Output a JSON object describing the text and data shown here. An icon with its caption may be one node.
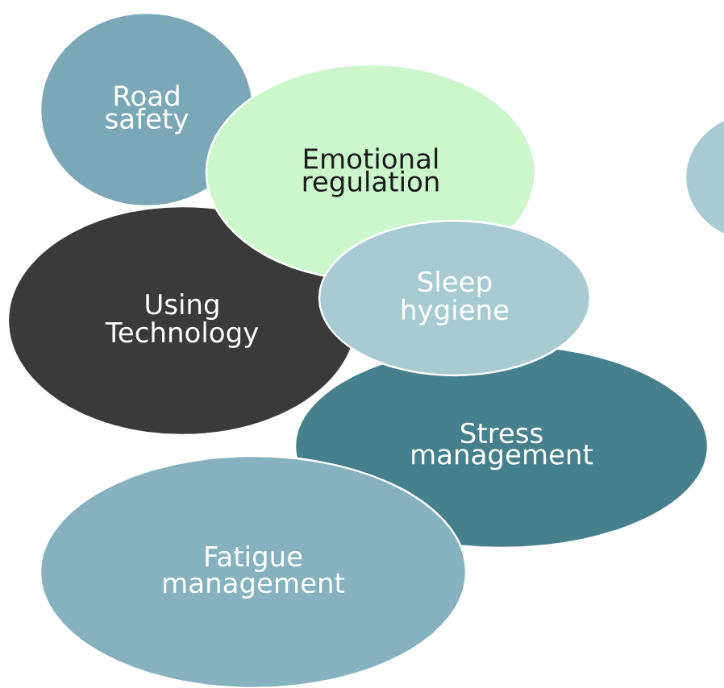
{
  "diagram": {
    "nodes": [
      {
        "text": [
          "Road safety"
        ]
      },
      {
        "text": [
          "Emotional regulation"
        ]
      },
      {
        "text": [
          "Using Technology"
        ]
      },
      {
        "text": [
          "Sleep hygiene"
        ]
      },
      {
        "text": [
          "Stress management"
        ]
      },
      {
        "text": [
          "Fatigue management"
        ]
      },
      {
        "text": [],
        "shape": "circle"
      }
    ]
  }
}
